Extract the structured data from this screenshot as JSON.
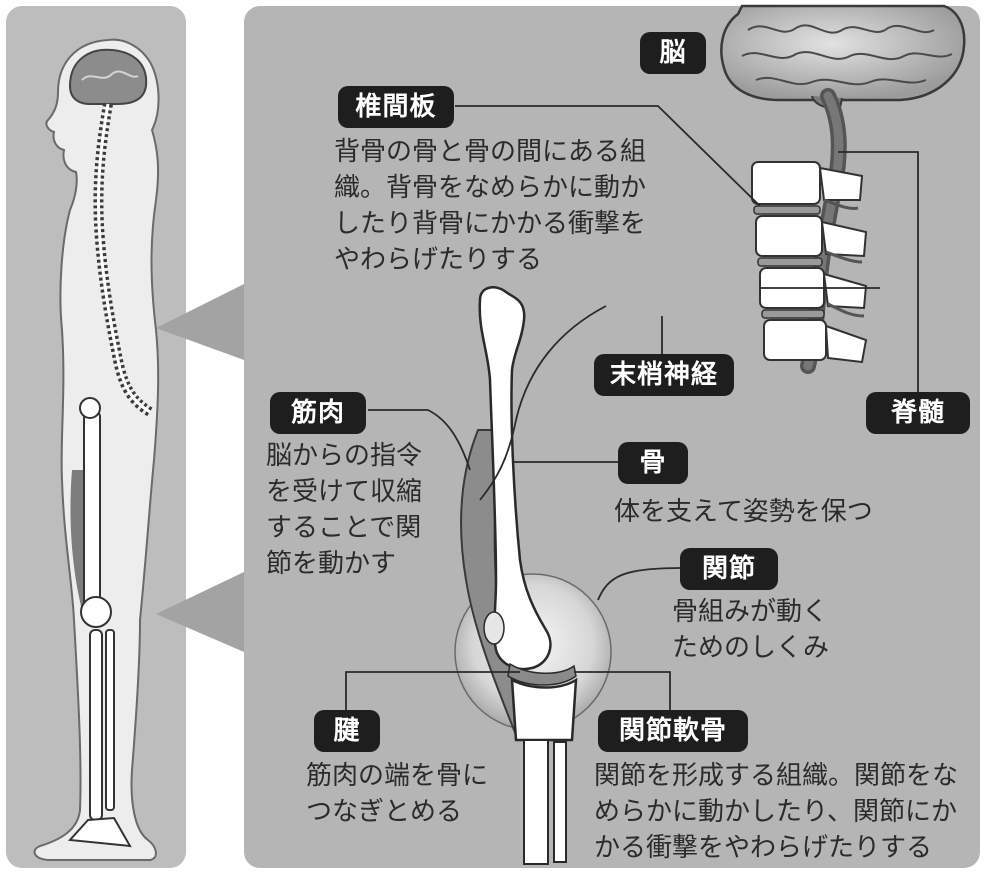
{
  "colors": {
    "background": "#ffffff",
    "left_panel": "#bdbdbd",
    "main_panel": "#b5b5b5",
    "body_fill": "#ededed",
    "label_bg": "#1e1e1e",
    "label_text": "#ffffff",
    "text": "#2b2b2b",
    "line": "#2a2a2a",
    "bone": "#ffffff",
    "muscle": "#8a8a8a"
  },
  "labels": {
    "brain": {
      "title": "脳"
    },
    "disc": {
      "title": "椎間板",
      "description": "背骨の骨と骨の間にある組\n織。背骨をなめらかに動か\nしたり背骨にかかる衝撃を\nやわらげたりする"
    },
    "nerve": {
      "title": "末梢神経"
    },
    "spinal_cord": {
      "title": "脊髄"
    },
    "muscle": {
      "title": "筋肉",
      "description": "脳からの指令\nを受けて収縮\nすることで関\n節を動かす"
    },
    "bone": {
      "title": "骨",
      "description": "体を支えて姿勢を保つ"
    },
    "joint": {
      "title": "関節",
      "description": "骨組みが動く\nためのしくみ"
    },
    "tendon": {
      "title": "腱",
      "description": "筋肉の端を骨に\nつなぎとめる"
    },
    "cartilage": {
      "title": "関節軟骨",
      "description": "関節を形成する組織。関節をな\nめらかに動かしたり、関節にか\nかる衝撃をやわらげたりする"
    }
  }
}
